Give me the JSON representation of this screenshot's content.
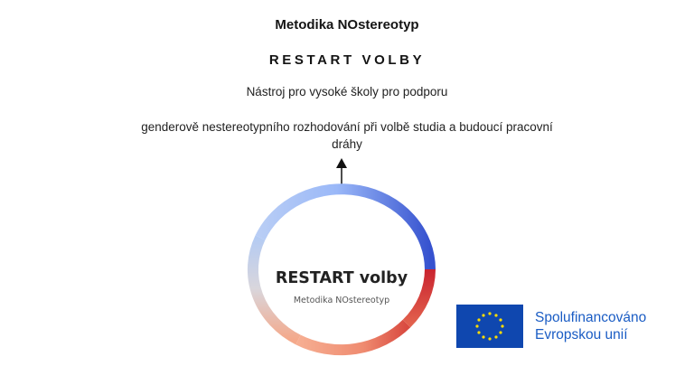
{
  "header": {
    "title": "Metodika NOstereotyp",
    "subtitle": "RESTART VOLBY",
    "description_line1": "Nástroj pro vysoké školy pro podporu",
    "description_line2": "genderově nestereotypního rozhodování při volbě studia a budoucí pracovní dráhy"
  },
  "diagram": {
    "ring_title": "RESTART volby",
    "ring_subtitle": "Metodika NOstereotyp",
    "arrow_direction": "up",
    "colors": {
      "blue_light": "#a9c4f7",
      "blue_dark": "#3a56d0",
      "red_dark": "#cc2a33",
      "salmon": "#f3a184",
      "gray_mid": "#d9d4d8"
    }
  },
  "footer": {
    "eu_label_line1": "Spolufinancováno",
    "eu_label_line2": "Evropskou unií",
    "eu_flag_color": "#0f47af",
    "eu_star_color": "#ffdd00",
    "eu_text_color": "#1a5cc4"
  }
}
